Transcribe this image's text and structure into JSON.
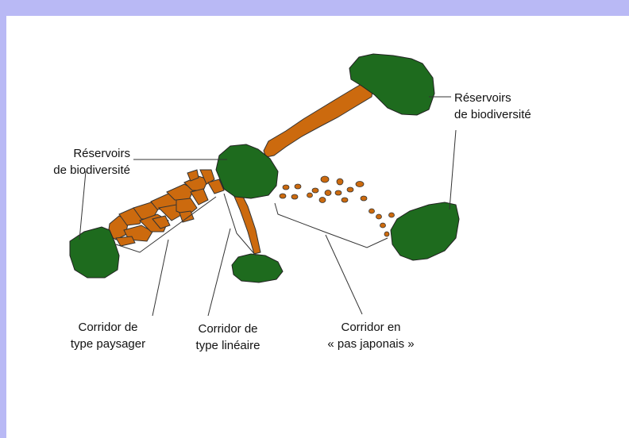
{
  "colors": {
    "frame": "#b9b9f5",
    "reservoir": "#1e6b1e",
    "corridor": "#cc6a0e",
    "outline": "#333333"
  },
  "labels": {
    "reservoir_right": [
      "Réservoirs",
      "de biodiversité"
    ],
    "reservoir_left": [
      "Réservoirs",
      "de biodiversité"
    ],
    "corridor_landscape": [
      "Corridor de",
      "type paysager"
    ],
    "corridor_linear": [
      "Corridor de",
      "type linéaire"
    ],
    "corridor_stepping": [
      "Corridor en",
      "« pas japonais »"
    ]
  }
}
